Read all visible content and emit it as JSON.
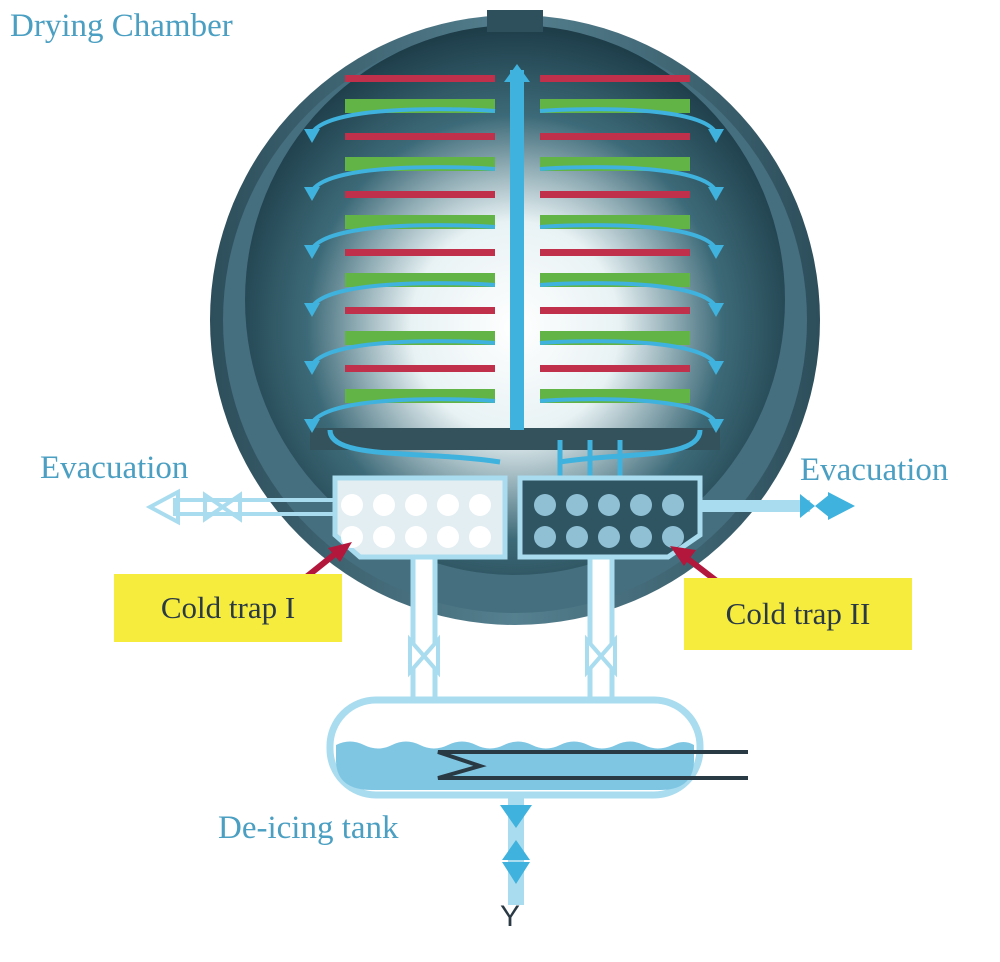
{
  "labels": {
    "drying_chamber": "Drying Chamber",
    "evacuation_left": "Evacuation",
    "evacuation_right": "Evacuation",
    "cold_trap_1": "Cold trap I",
    "cold_trap_2": "Cold trap II",
    "deicing_tank": "De-icing tank",
    "valve_symbol": "Y"
  },
  "colors": {
    "chamber_shell": "#3f6473",
    "chamber_inner": "#1f4150",
    "heating_plate": "#c0304a",
    "shelf": "#62b447",
    "flow": "#3fb2de",
    "pipe": "#a9dcef",
    "label_text": "#4a9fc2",
    "tag_bg": "#f6ec3e",
    "pointer": "#b3173b"
  },
  "shelf_count": 6
}
